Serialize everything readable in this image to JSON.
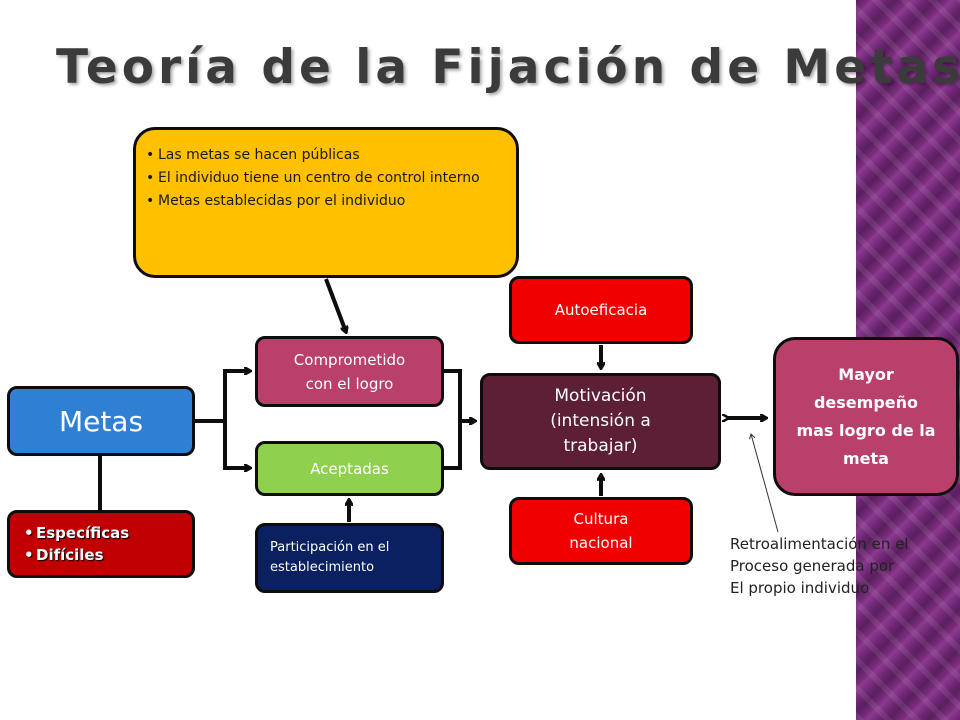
{
  "title": "Teoría de la Fijación de Metas",
  "conditions": {
    "items": [
      "Las metas se hacen públicas",
      "El individuo tiene un centro de control interno",
      "Metas establecidas por el individuo"
    ]
  },
  "metas": {
    "label": "Metas",
    "attributes": [
      "Específicas",
      "Difíciles"
    ]
  },
  "comprometido": "Comprometido\ncon el logro",
  "aceptadas": "Aceptadas",
  "participacion": "Participación en el\nestablecimiento",
  "autoeficacia": "Autoeficacia",
  "motivacion": "Motivación\n(intensión a\ntrabajar)",
  "cultura": "Cultura\nnacional",
  "resultado": "Mayor\ndesempeño\nmas logro de la\nmeta",
  "retroalimentacion": "Retroalimentación en el\nProceso generada por\nEl propio individuo",
  "colors": {
    "conditions": "#ffc000",
    "metas": "#2f7fd4",
    "attributes": "#c00000",
    "comprometido": "#b8406a",
    "aceptadas": "#8fd14f",
    "participacion": "#0b2060",
    "autoeficacia": "#f00000",
    "motivacion": "#5c1f35",
    "cultura": "#f00000",
    "resultado": "#b8406a",
    "stripe": "#7a2d7c"
  }
}
